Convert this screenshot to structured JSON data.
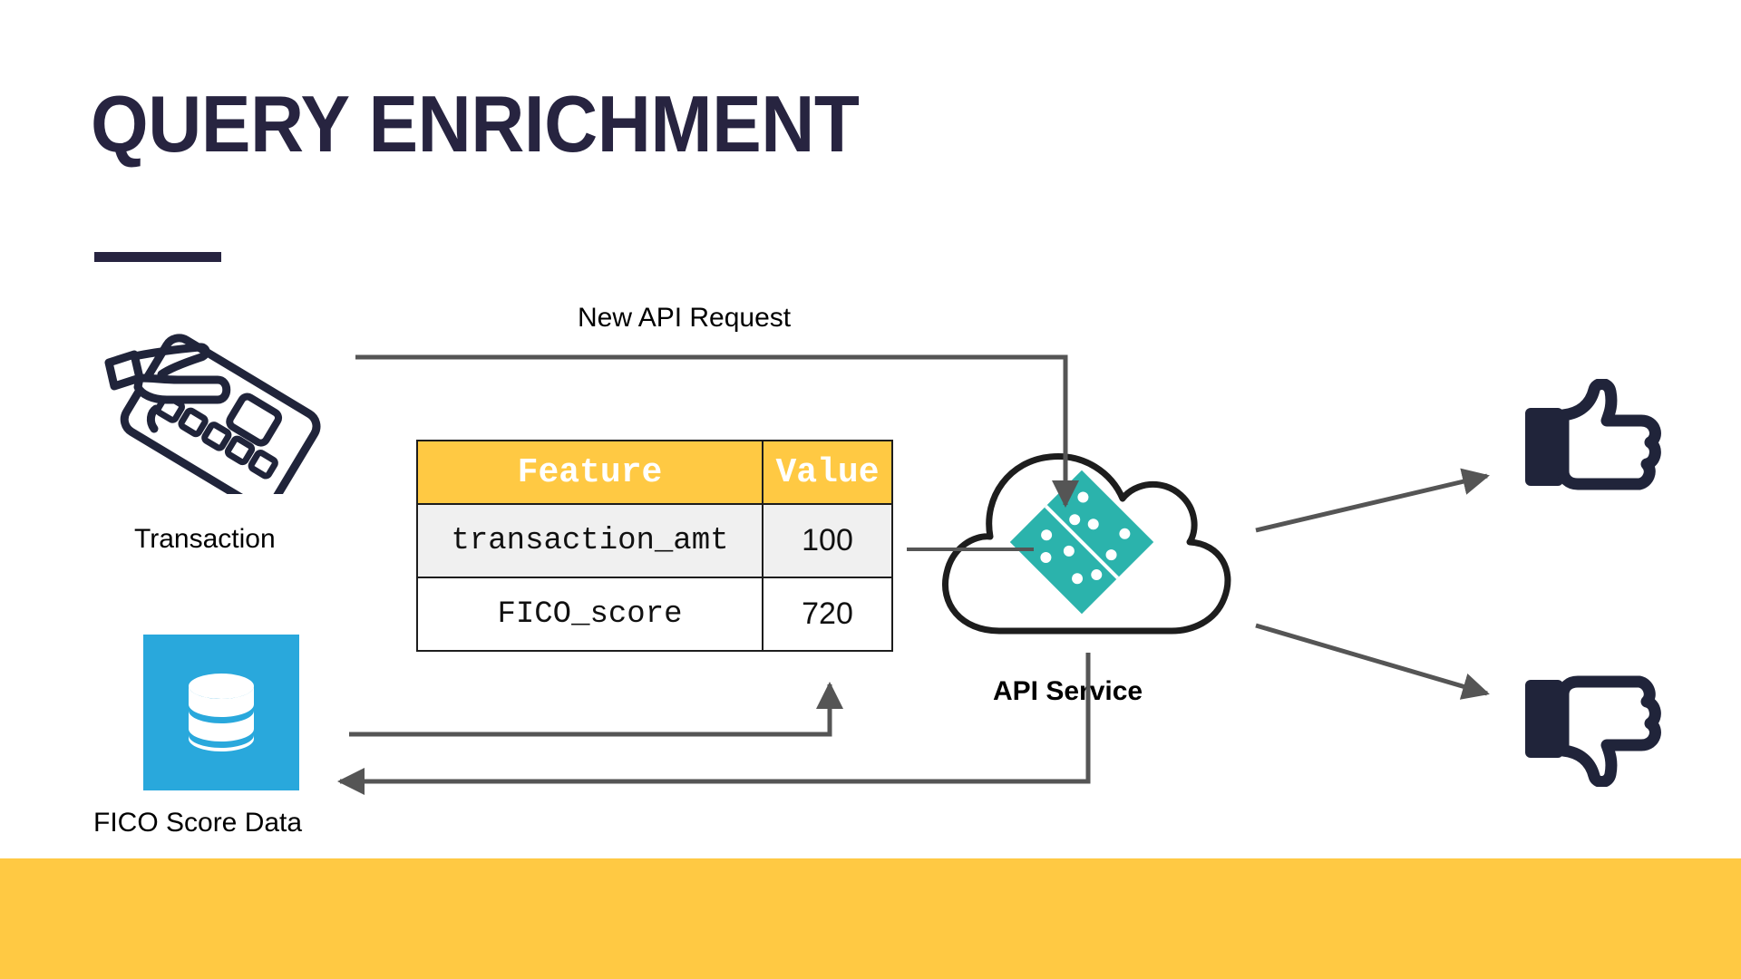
{
  "slide": {
    "title": "QUERY ENRICHMENT",
    "background_color": "#FFFFFF",
    "title_color": "#272440",
    "accent_band_color": "#FFC943"
  },
  "diagram": {
    "nodes": {
      "transaction": {
        "label": "Transaction",
        "icon": "hand-holding-credit-card-icon",
        "icon_color": "#20243A"
      },
      "fico_source": {
        "label": "FICO Score Data",
        "icon": "database-icon",
        "tile_color": "#29A8DC",
        "icon_color": "#FFFFFF"
      },
      "api_service": {
        "label": "API Service",
        "icon": "cloud-icon",
        "inner_icon": "domino-tile-icon",
        "inner_icon_color": "#2BB3AC",
        "outline_color": "#1D1D1D"
      },
      "approve": {
        "label": "",
        "icon": "thumbs-up-icon",
        "icon_color": "#20243A"
      },
      "decline": {
        "label": "",
        "icon": "thumbs-down-icon",
        "icon_color": "#20243A"
      }
    },
    "edges": {
      "new_request": {
        "label": "New API Request",
        "from": "transaction",
        "to": "api_service"
      },
      "lookup_request": {
        "label": "",
        "from": "api_service",
        "to": "fico_source"
      },
      "lookup_response": {
        "label": "",
        "from": "fico_source",
        "to": "feature_table"
      },
      "features_to_service": {
        "label": "",
        "from": "feature_table",
        "to": "api_service"
      },
      "approve_edge": {
        "label": "",
        "from": "api_service",
        "to": "approve"
      },
      "decline_edge": {
        "label": "",
        "from": "api_service",
        "to": "decline"
      }
    },
    "edge_color": "#555555"
  },
  "feature_table": {
    "headers": [
      "Feature",
      "Value"
    ],
    "header_bg": "#FFC943",
    "header_text_color": "#FFFFFF",
    "rows": [
      {
        "feature": "transaction_amt",
        "value": "100"
      },
      {
        "feature": "FICO_score",
        "value": "720"
      }
    ]
  }
}
